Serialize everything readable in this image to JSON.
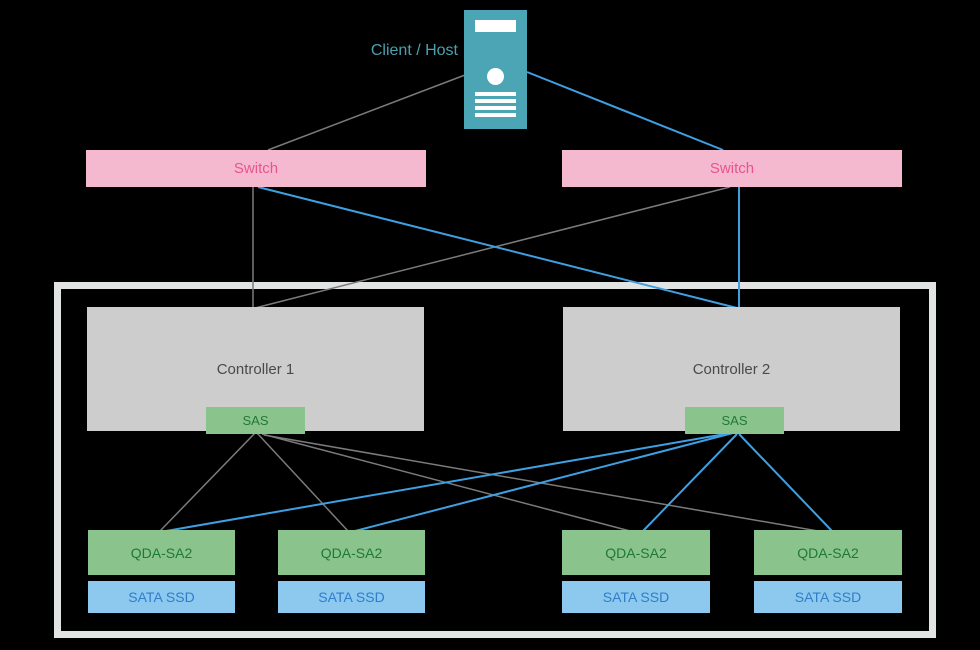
{
  "client_host": {
    "label": "Client / Host"
  },
  "switches": [
    {
      "id": "switch-1",
      "label": "Switch"
    },
    {
      "id": "switch-2",
      "label": "Switch"
    }
  ],
  "enclosure": {
    "controllers": [
      {
        "id": "controller-1",
        "label": "Controller 1",
        "port_label": "SAS"
      },
      {
        "id": "controller-2",
        "label": "Controller 2",
        "port_label": "SAS"
      }
    ],
    "drive_bays": [
      {
        "adapter_label": "QDA-SA2",
        "drive_label": "SATA SSD"
      },
      {
        "adapter_label": "QDA-SA2",
        "drive_label": "SATA SSD"
      },
      {
        "adapter_label": "QDA-SA2",
        "drive_label": "SATA SSD"
      },
      {
        "adapter_label": "QDA-SA2",
        "drive_label": "SATA SSD"
      }
    ]
  },
  "connections": [
    {
      "from": "client-host",
      "to": "switch-1",
      "path_color": "gray"
    },
    {
      "from": "client-host",
      "to": "switch-2",
      "path_color": "blue"
    },
    {
      "from": "switch-1",
      "to": "controller-1",
      "path_color": "gray"
    },
    {
      "from": "switch-1",
      "to": "controller-2",
      "path_color": "blue"
    },
    {
      "from": "switch-2",
      "to": "controller-1",
      "path_color": "gray"
    },
    {
      "from": "switch-2",
      "to": "controller-2",
      "path_color": "blue"
    },
    {
      "from": "controller-1-sas",
      "to": "qda-sa2-1",
      "path_color": "gray"
    },
    {
      "from": "controller-1-sas",
      "to": "qda-sa2-2",
      "path_color": "gray"
    },
    {
      "from": "controller-1-sas",
      "to": "qda-sa2-3",
      "path_color": "gray"
    },
    {
      "from": "controller-1-sas",
      "to": "qda-sa2-4",
      "path_color": "gray"
    },
    {
      "from": "controller-2-sas",
      "to": "qda-sa2-1",
      "path_color": "blue"
    },
    {
      "from": "controller-2-sas",
      "to": "qda-sa2-2",
      "path_color": "blue"
    },
    {
      "from": "controller-2-sas",
      "to": "qda-sa2-3",
      "path_color": "blue"
    },
    {
      "from": "controller-2-sas",
      "to": "qda-sa2-4",
      "path_color": "blue"
    }
  ],
  "colors": {
    "background": "#000000",
    "server_teal": "#4BA5B4",
    "client_host_text": "#4BA0AF",
    "switch_fill": "#F4B9CF",
    "switch_text": "#E8558C",
    "controller_fill": "#CDCDCD",
    "controller_text": "#4A4A4A",
    "green_fill": "#8AC48C",
    "green_text": "#1E7839",
    "ssd_fill": "#8DC8EE",
    "ssd_text": "#2E7ECB",
    "enclosure_border": "#E2E4E4",
    "link_gray": "#7B7B7B",
    "link_blue": "#3EA0E2"
  }
}
